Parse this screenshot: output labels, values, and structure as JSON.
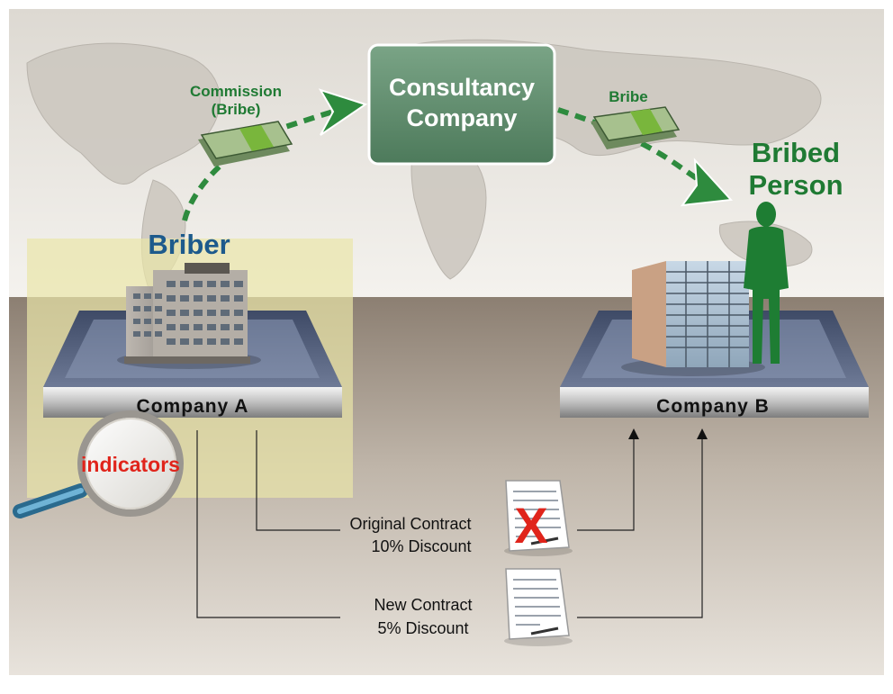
{
  "consultancy": {
    "line1": "Consultancy",
    "line2": "Company"
  },
  "commission": {
    "line1": "Commission",
    "line2": "(Bribe)"
  },
  "bribe_label": "Bribe",
  "bribed_person": {
    "line1": "Bribed",
    "line2": "Person"
  },
  "briber_label": "Briber",
  "company_a": "Company A",
  "company_b": "Company B",
  "indicators_label": "indicators",
  "original_contract": {
    "line1": "Original Contract",
    "line2": "10% Discount"
  },
  "new_contract": {
    "line1": "New Contract",
    "line2": "5% Discount"
  },
  "colors": {
    "consultancy_box": "#5c8a6a",
    "money_arrow": "#2e8b3e",
    "label_green": "#1f7a33",
    "briber_blue": "#1d5a8c",
    "indicators_red": "#e0241b",
    "highlight_yellow": "#e9e6a8"
  }
}
